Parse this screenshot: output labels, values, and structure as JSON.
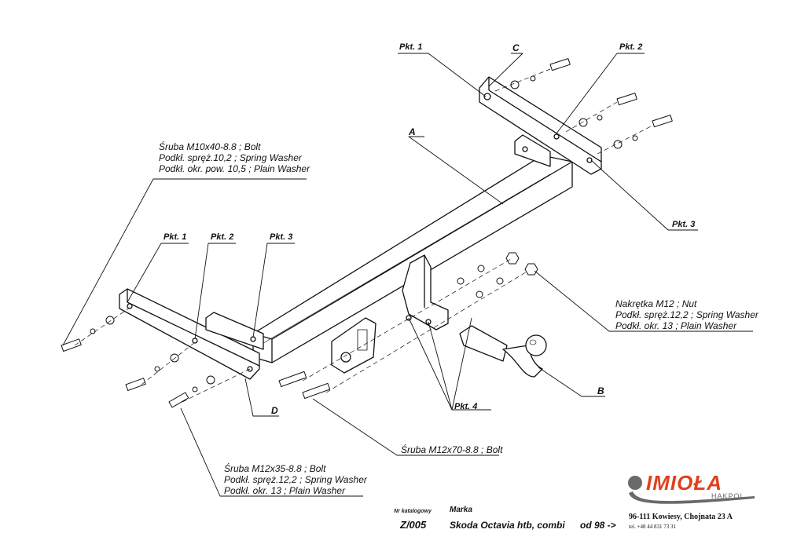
{
  "labels": {
    "pkt1_top": "Pkt. 1",
    "pkt2_top": "Pkt. 2",
    "pkt3_right": "Pkt. 3",
    "pkt1_left": "Pkt. 1",
    "pkt2_left": "Pkt. 2",
    "pkt3_left": "Pkt. 3",
    "pkt4": "Pkt. 4",
    "A": "A",
    "B": "B",
    "C": "C",
    "D": "D"
  },
  "parts": {
    "bolt_m10": [
      "Śruba M10x40-8.8 ;  Bolt",
      "Podkł. spręż.10,2 ; Spring Washer",
      "Podkł. okr. pow. 10,5 ; Plain Washer"
    ],
    "nut_m12": [
      "Nakrętka  M12 ; Nut",
      "Podkł. spręż.12,2 ; Spring Washer",
      "Podkł. okr. 13 ; Plain Washer"
    ],
    "bolt_m12x70": "Śruba M12x70-8.8 ;  Bolt",
    "bolt_m12x35": [
      "Śruba M12x35-8.8 ;  Bolt",
      "Podkł. spręż.12,2 ; Spring Washer",
      "Podkł. okr. 13 ; Plain Washer"
    ]
  },
  "title_block": {
    "catalog_label": "Nr katalogowy",
    "catalog_number": "Z/005",
    "make_label": "Marka",
    "make": "Skoda Octavia htb, combi",
    "year": "od  98 ->",
    "brand": "IMIOŁA",
    "brand_sub": "HAKPOL",
    "address": "96-111 Kowiesy, Chojnata 23 A",
    "phone": "tel. +48 44 831 73 31"
  },
  "colors": {
    "brand": "#e0401c",
    "brand_grey": "#6a6a6a",
    "line": "#111111"
  }
}
